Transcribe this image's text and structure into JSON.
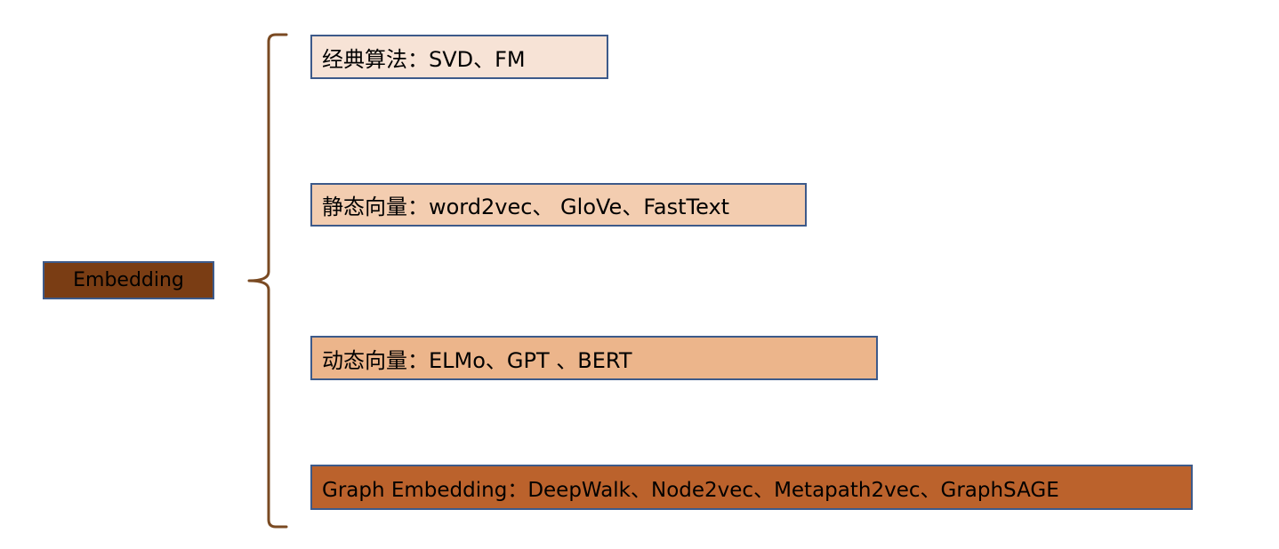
{
  "root": {
    "label": "Embedding",
    "fill": "#7a3d14",
    "text_color": "#000000"
  },
  "brace": {
    "color": "#7a4a22"
  },
  "box_border": "#3d5a8a",
  "leaves": [
    {
      "label": "经典算法：SVD、FM",
      "fill": "#f7e3d6"
    },
    {
      "label": "静态向量：word2vec、 GloVe、FastText",
      "fill": "#f3cdb0"
    },
    {
      "label": "动态向量：ELMo、GPT 、BERT",
      "fill": "#ecb58b"
    },
    {
      "label": "Graph Embedding：DeepWalk、Node2vec、Metapath2vec、GraphSAGE",
      "fill": "#bb622c"
    }
  ]
}
